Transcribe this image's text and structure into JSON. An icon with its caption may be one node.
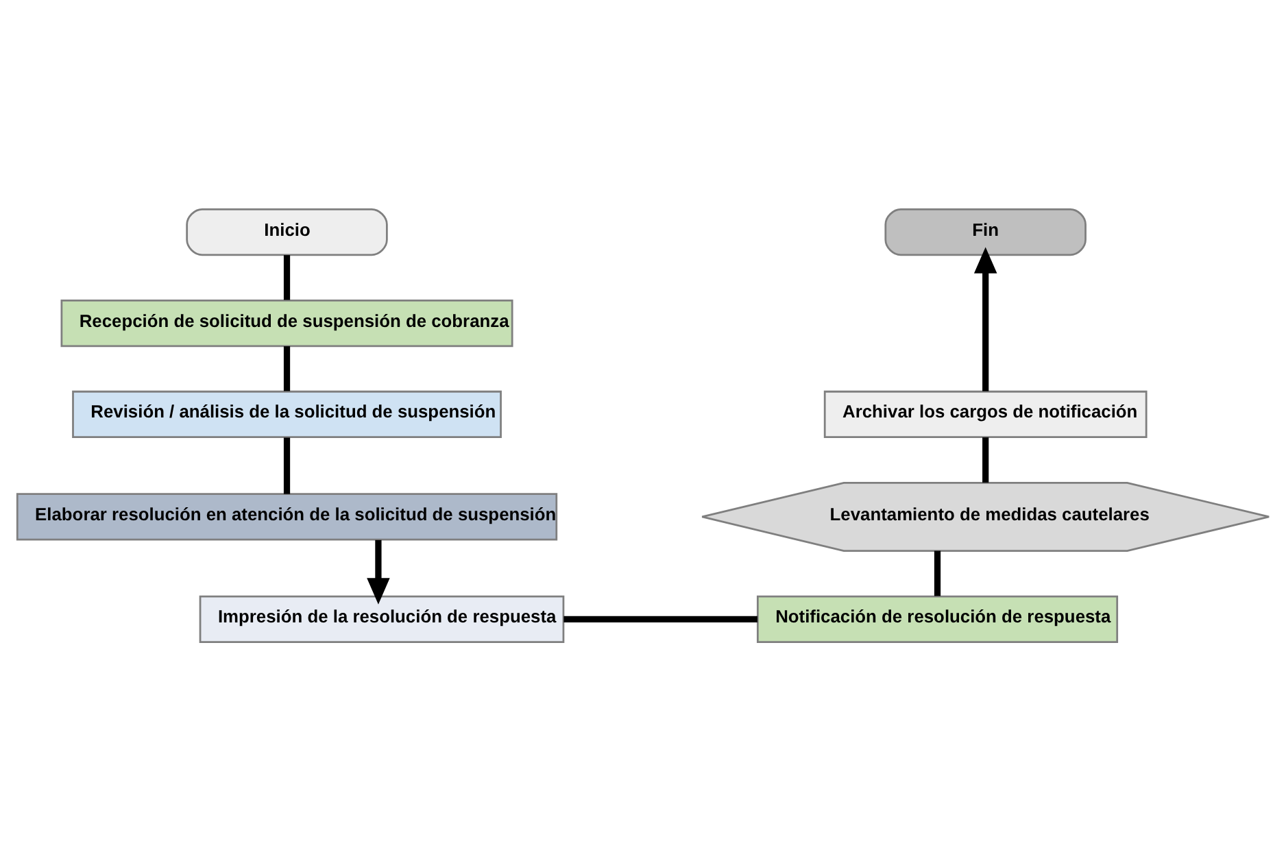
{
  "diagram": {
    "nodes": [
      {
        "text": [
          "Inicio"
        ]
      },
      {
        "text": [
          "Recepción de solicitud de suspensión de cobranza"
        ]
      },
      {
        "text": [
          "Revisión / análisis de la solicitud de suspensión"
        ]
      },
      {
        "text": [
          "Elaborar resolución en atención de la solicitud de suspensión"
        ]
      },
      {
        "text": [
          "Impresión de la resolución de respuesta"
        ]
      },
      {
        "text": [
          "Notificación de resolución de respuesta"
        ]
      },
      {
        "text": [
          "Levantamiento de medidas cautelares"
        ]
      },
      {
        "text": [
          "Archivar los cargos de notificación"
        ]
      },
      {
        "text": [
          "Fin"
        ]
      }
    ],
    "edges": [
      {
        "from": 0,
        "to": 1,
        "arrow": "none"
      },
      {
        "from": 1,
        "to": 2,
        "arrow": "none"
      },
      {
        "from": 2,
        "to": 3,
        "arrow": "none"
      },
      {
        "from": 3,
        "to": 4,
        "arrow": "to"
      },
      {
        "from": 4,
        "to": 5,
        "arrow": "none"
      },
      {
        "from": 5,
        "to": 6,
        "arrow": "none"
      },
      {
        "from": 6,
        "to": 7,
        "arrow": "none"
      },
      {
        "from": 7,
        "to": 8,
        "arrow": "to"
      }
    ]
  }
}
